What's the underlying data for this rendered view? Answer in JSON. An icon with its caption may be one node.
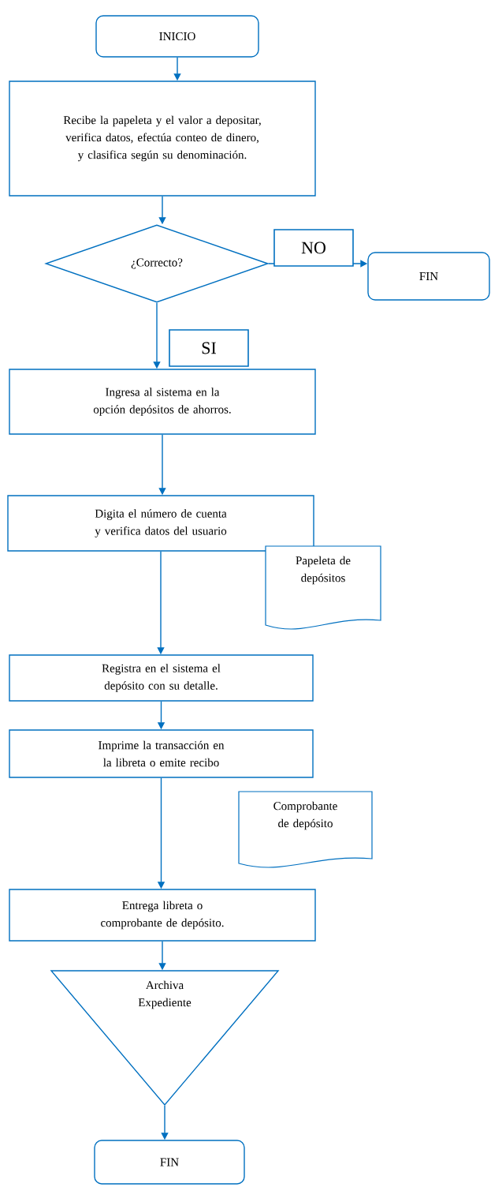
{
  "diagram": {
    "nodes": [
      {
        "text": [
          "INICIO"
        ]
      },
      {
        "text": [
          "Recibe la  papeleta y el valor a depositar, verifica datos, efectúa conteo de dinero, y clasifica según su denominación."
        ]
      },
      {
        "text": [
          "¿Correcto?"
        ]
      },
      {
        "text": [
          "FIN"
        ]
      },
      {
        "text": [
          "Ingresa al sistema en la opción depósitos de ahorros."
        ]
      },
      {
        "text": [
          "Digita el número de cuenta y verifica datos del usuario"
        ]
      },
      {
        "text": [
          "Papeleta de depósitos"
        ]
      },
      {
        "text": [
          "Registra en el sistema el depósito con su detalle."
        ]
      },
      {
        "text": [
          "Imprime la transacción en la libreta o emite recibo"
        ]
      },
      {
        "text": [
          "Comprobante de depósito"
        ]
      },
      {
        "text": [
          "Entrega libreta o comprobante de depósito."
        ]
      },
      {
        "text": [
          "Archiva Expediente"
        ]
      },
      {
        "text": [
          "FIN"
        ]
      }
    ],
    "edges": [
      {
        "from": 0,
        "to": 1,
        "arrow": "to"
      },
      {
        "from": 1,
        "to": 2,
        "arrow": "to"
      },
      {
        "from": 2,
        "to": 3,
        "arrow": "to",
        "label": "NO"
      },
      {
        "from": 2,
        "to": 4,
        "arrow": "to",
        "label": "SI"
      },
      {
        "from": 4,
        "to": 5,
        "arrow": "to"
      },
      {
        "from": 5,
        "to": 7,
        "arrow": "to"
      },
      {
        "from": 7,
        "to": 8,
        "arrow": "to"
      },
      {
        "from": 8,
        "to": 10,
        "arrow": "to"
      },
      {
        "from": 10,
        "to": 11,
        "arrow": "to"
      },
      {
        "from": 11,
        "to": 12,
        "arrow": "to"
      }
    ]
  }
}
